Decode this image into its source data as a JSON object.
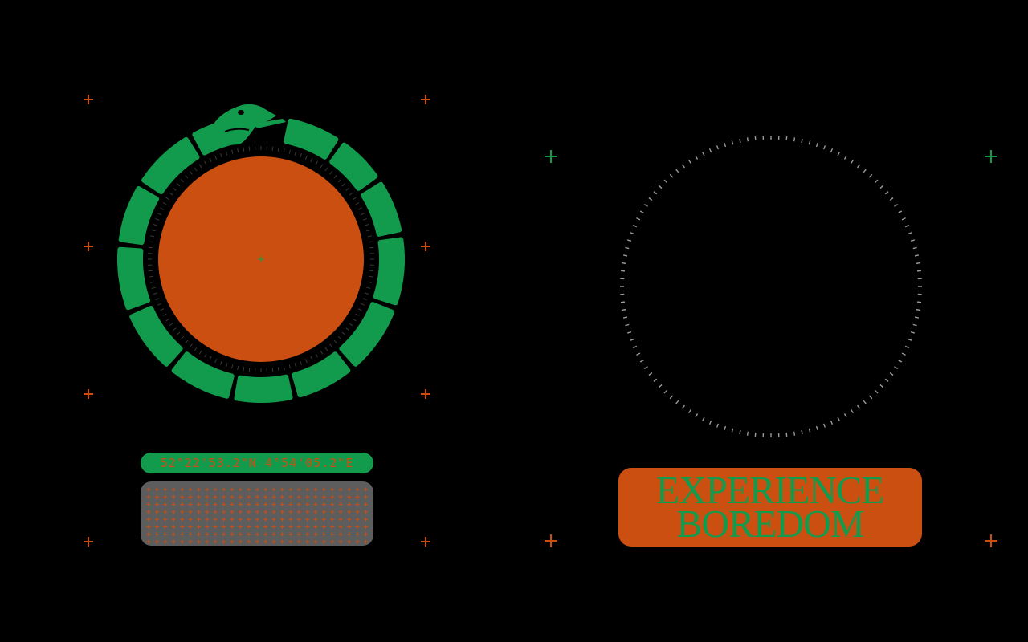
{
  "colors": {
    "background": "#000000",
    "green": "#139b4d",
    "orange": "#cc4f12",
    "gray_panel": "#5d5d5d",
    "tick": "#9a9a9a"
  },
  "emblem": {
    "icon": "ouroboros-snake-icon"
  },
  "coordinates": {
    "text": "52°22'53.2\"N 4°54'05.2\"E"
  },
  "cta": {
    "line1": "EXPERIENCE",
    "line2": "BOREDOM"
  }
}
